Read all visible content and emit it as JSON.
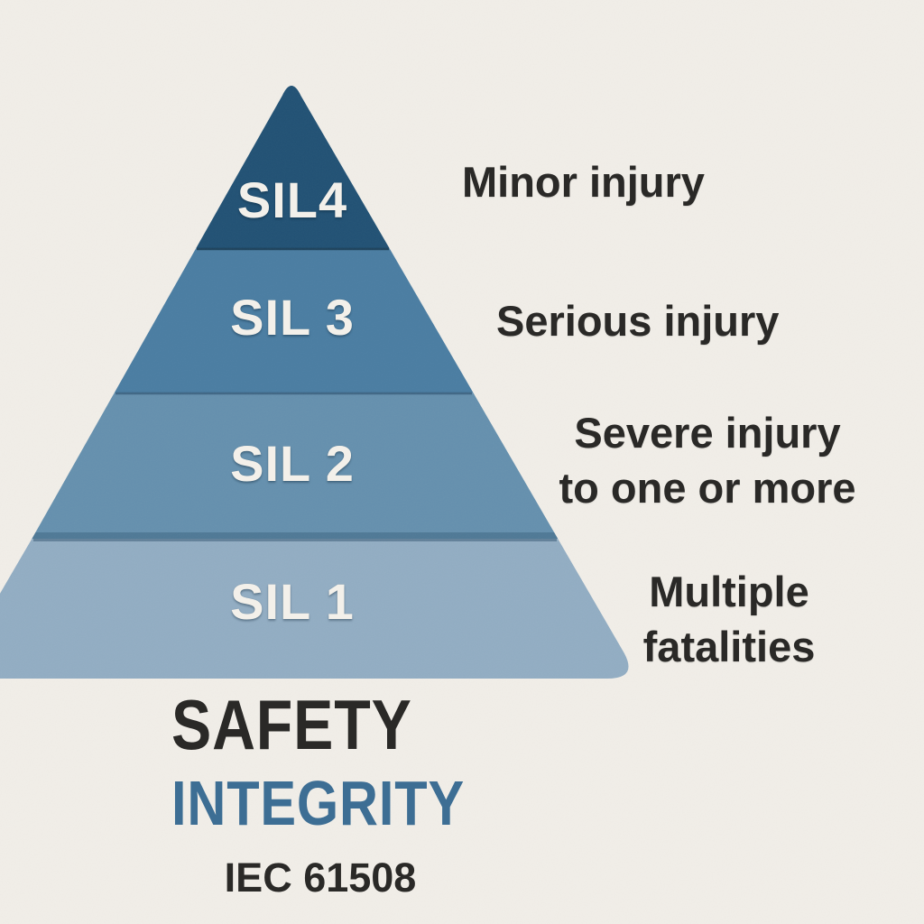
{
  "page": {
    "background_color": "#f1eee8",
    "text_color": "#2a2927"
  },
  "pyramid": {
    "name": "Safety Integrity Level pyramid",
    "tiers": [
      {
        "label": "SIL4",
        "color": "#215174",
        "annotation": "Minor injury"
      },
      {
        "label": "SIL 3",
        "color": "#4a7da2",
        "annotation": "Serious injury"
      },
      {
        "label": "SIL 2",
        "color": "#6590ae",
        "annotation": "Severe injury to one or more"
      },
      {
        "label": "SIL 1",
        "color": "#92adc3",
        "annotation": "Multiple fatalities"
      }
    ],
    "label_text_color": "#f3f0ea"
  },
  "annotations": {
    "minor": {
      "line1": "Minor injury"
    },
    "serious": {
      "line1": "Serious injury"
    },
    "severe": {
      "line1": "Severe injury",
      "line2": "to one or more"
    },
    "multiple": {
      "line1": "Multiple",
      "line2": "fatalities"
    }
  },
  "title": {
    "word1": "SAFETY",
    "word1_color": "#2a2927",
    "word2": "INTEGRITY",
    "word2_color": "#3d6e94",
    "standard": "IEC 61508"
  }
}
